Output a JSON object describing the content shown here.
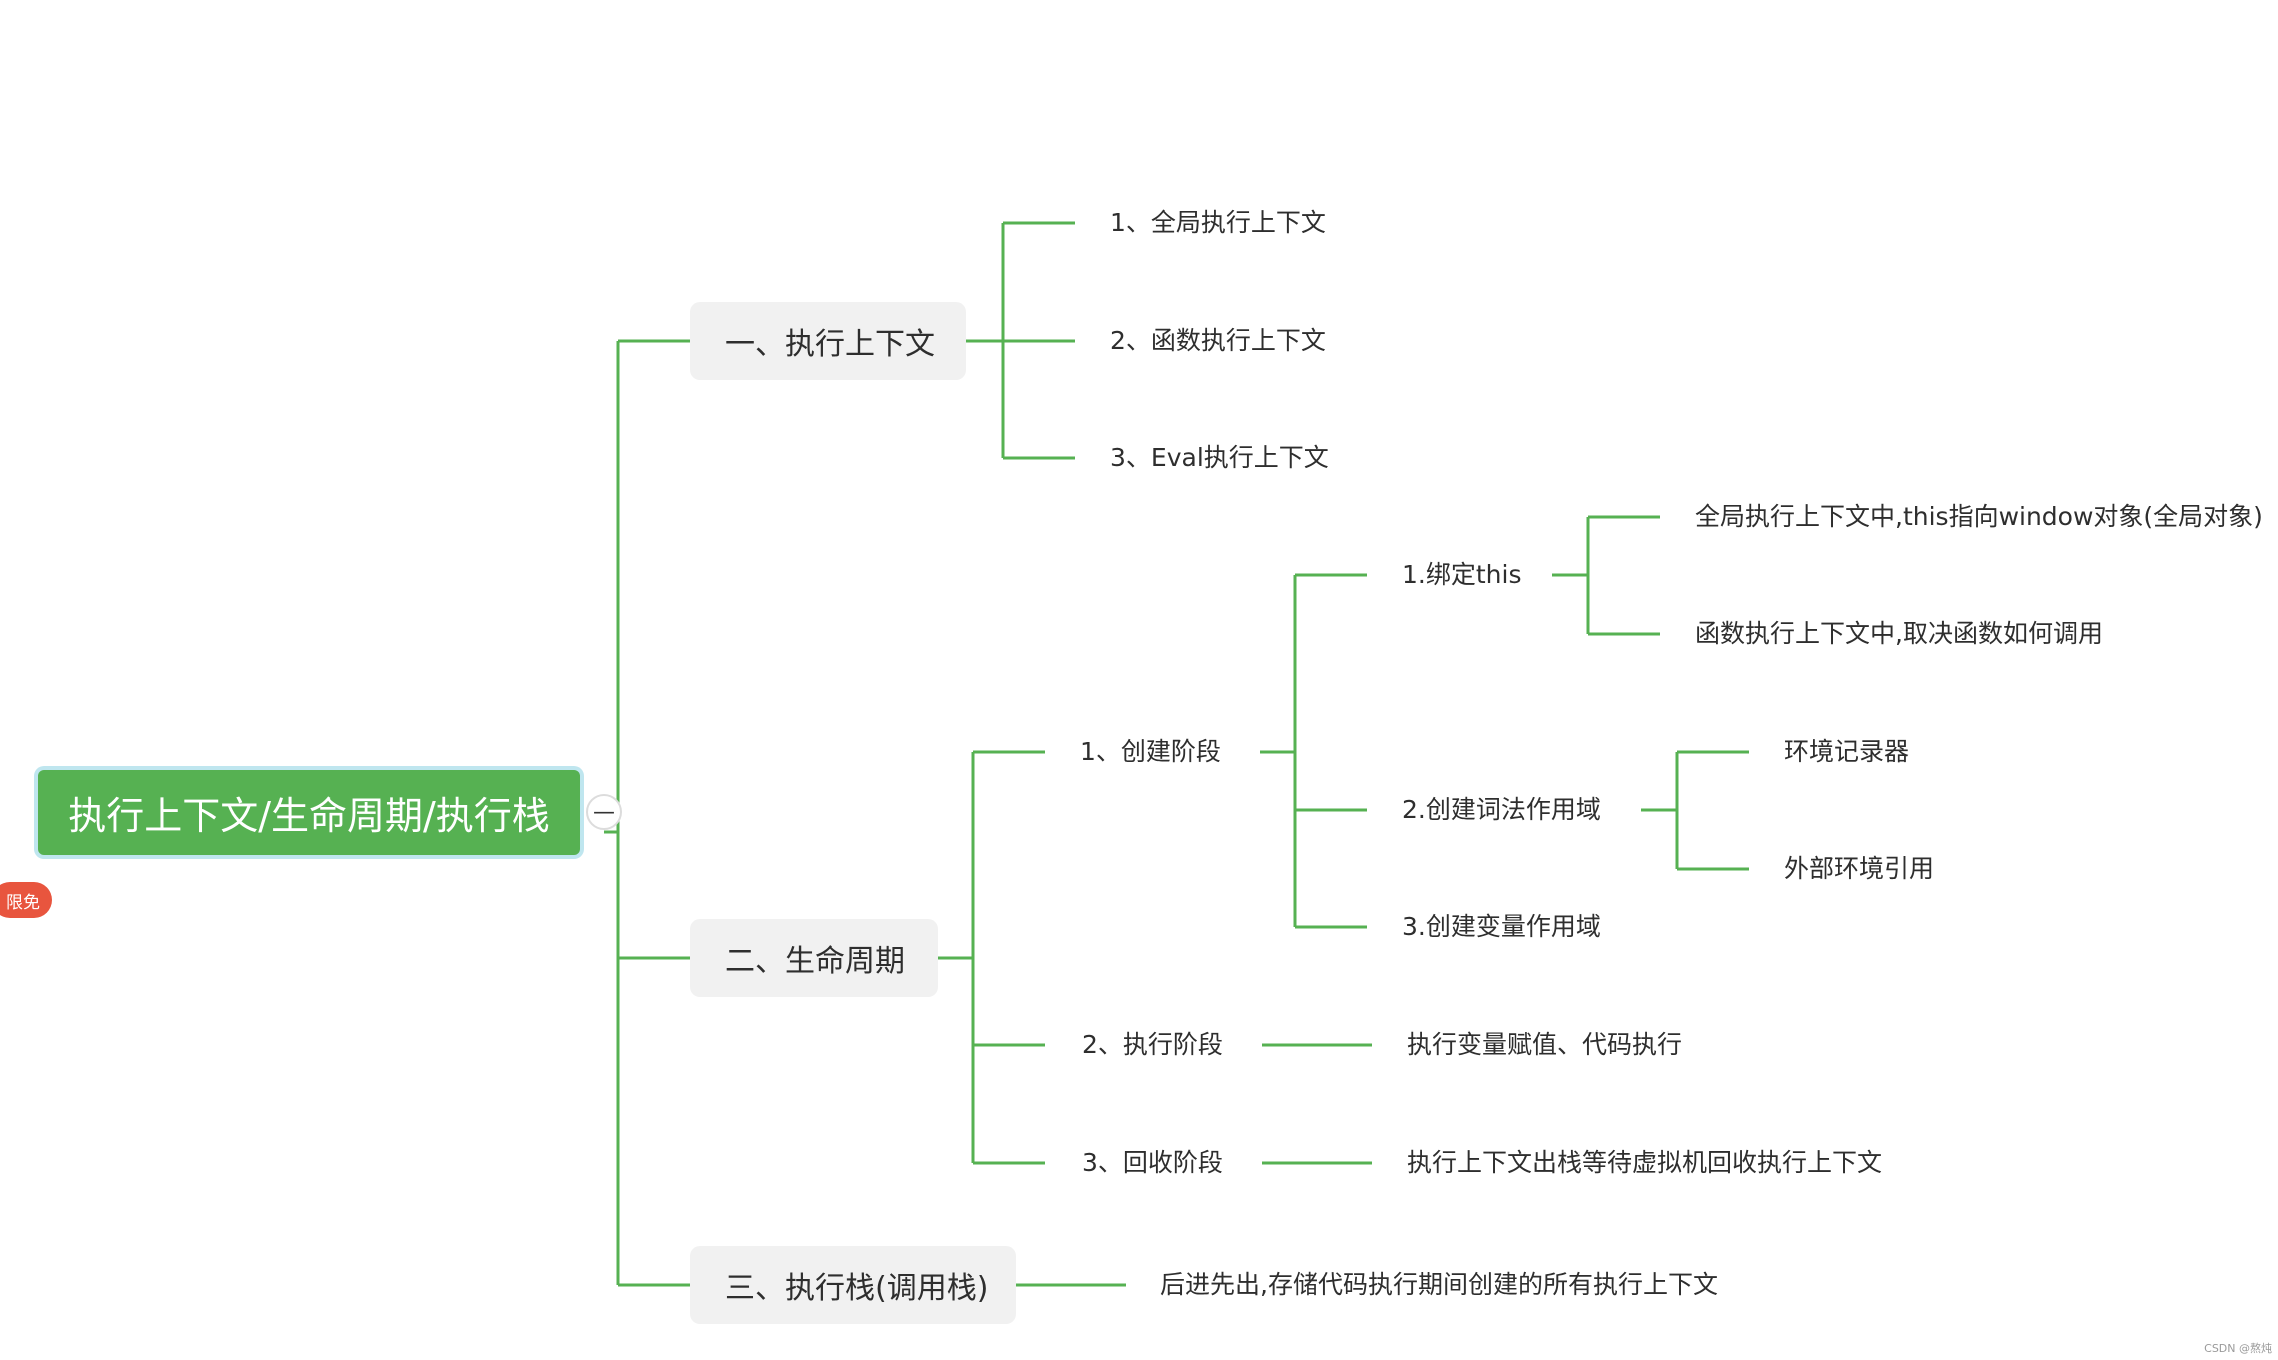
{
  "diagram": {
    "root": "执行上下文/生命周期/执行栈",
    "badge": "限免",
    "collapse_symbol": "—",
    "line_color": "#56b152",
    "branches": [
      {
        "label": "一、执行上下文",
        "children": [
          "1、全局执行上下文",
          "2、函数执行上下文",
          "3、Eval执行上下文"
        ]
      },
      {
        "label": "二、生命周期",
        "stage1": {
          "label": "1、创建阶段",
          "bind_this": {
            "label": "1.绑定this",
            "children": [
              "全局执行上下文中,this指向window对象(全局对象)",
              "函数执行上下文中,取决函数如何调用"
            ]
          },
          "lexical": {
            "label": "2.创建词法作用域",
            "children": [
              "环境记录器",
              "外部环境引用"
            ]
          },
          "variable": {
            "label": "3.创建变量作用域"
          }
        },
        "stage2": {
          "label": "2、执行阶段",
          "child": "执行变量赋值、代码执行"
        },
        "stage3": {
          "label": "3、回收阶段",
          "child": "执行上下文出栈等待虚拟机回收执行上下文"
        }
      },
      {
        "label": "三、执行栈(调用栈)",
        "child": "后进先出,存储代码执行期间创建的所有执行上下文"
      }
    ]
  },
  "footer": "CSDN @熬炖"
}
